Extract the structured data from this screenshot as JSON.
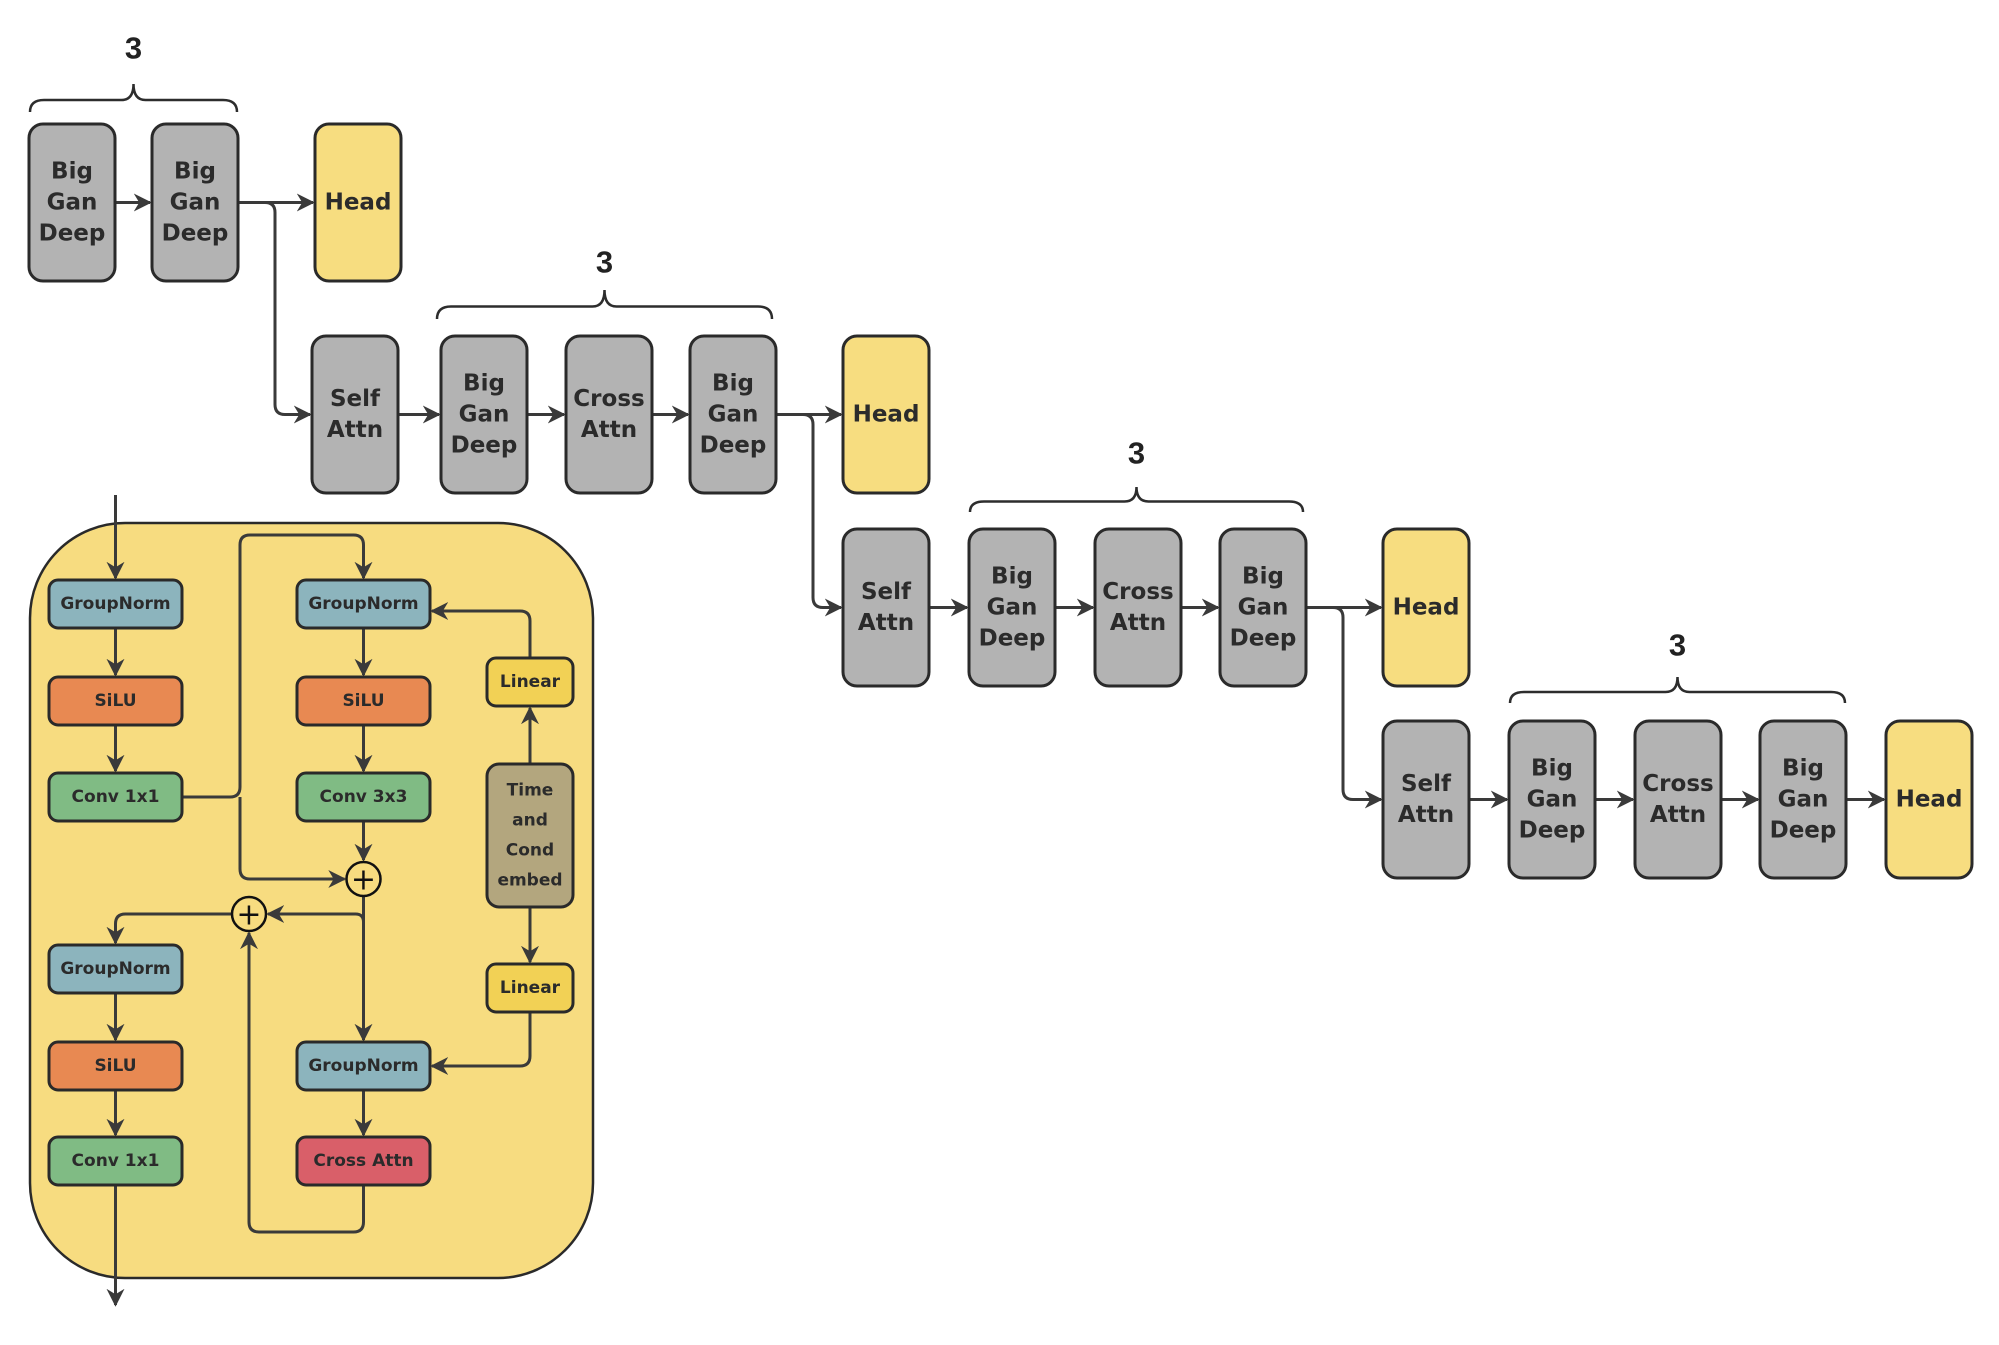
{
  "colors": {
    "stage_block": "#b3b3b3",
    "head": "#f7dd80",
    "container": "#f7dc80",
    "groupnorm": "#8cb4bd",
    "silu": "#e88952",
    "conv": "#80bb84",
    "linear": "#f2d155",
    "embed": "#b3a67e",
    "cross_attn_inner": "#d95f69",
    "line": "#3a3a3a"
  },
  "stages": [
    {
      "repeat_label": "3",
      "blocks": [
        {
          "id": "s1-bgd1",
          "type": "stage_block",
          "lines": [
            "Big",
            "Gan",
            "Deep"
          ]
        },
        {
          "id": "s1-bgd2",
          "type": "stage_block",
          "lines": [
            "Big",
            "Gan",
            "Deep"
          ]
        },
        {
          "id": "s1-head",
          "type": "head",
          "lines": [
            "Head"
          ]
        }
      ]
    },
    {
      "repeat_label": "3",
      "blocks": [
        {
          "id": "s2-self",
          "type": "stage_block",
          "lines": [
            "Self",
            "Attn"
          ]
        },
        {
          "id": "s2-bgd1",
          "type": "stage_block",
          "lines": [
            "Big",
            "Gan",
            "Deep"
          ]
        },
        {
          "id": "s2-cross",
          "type": "stage_block",
          "lines": [
            "Cross",
            "Attn"
          ]
        },
        {
          "id": "s2-bgd2",
          "type": "stage_block",
          "lines": [
            "Big",
            "Gan",
            "Deep"
          ]
        },
        {
          "id": "s2-head",
          "type": "head",
          "lines": [
            "Head"
          ]
        }
      ]
    },
    {
      "repeat_label": "3",
      "blocks": [
        {
          "id": "s3-self",
          "type": "stage_block",
          "lines": [
            "Self",
            "Attn"
          ]
        },
        {
          "id": "s3-bgd1",
          "type": "stage_block",
          "lines": [
            "Big",
            "Gan",
            "Deep"
          ]
        },
        {
          "id": "s3-cross",
          "type": "stage_block",
          "lines": [
            "Cross",
            "Attn"
          ]
        },
        {
          "id": "s3-bgd2",
          "type": "stage_block",
          "lines": [
            "Big",
            "Gan",
            "Deep"
          ]
        },
        {
          "id": "s3-head",
          "type": "head",
          "lines": [
            "Head"
          ]
        }
      ]
    },
    {
      "repeat_label": "3",
      "blocks": [
        {
          "id": "s4-self",
          "type": "stage_block",
          "lines": [
            "Self",
            "Attn"
          ]
        },
        {
          "id": "s4-bgd1",
          "type": "stage_block",
          "lines": [
            "Big",
            "Gan",
            "Deep"
          ]
        },
        {
          "id": "s4-cross",
          "type": "stage_block",
          "lines": [
            "Cross",
            "Attn"
          ]
        },
        {
          "id": "s4-bgd2",
          "type": "stage_block",
          "lines": [
            "Big",
            "Gan",
            "Deep"
          ]
        },
        {
          "id": "s4-head",
          "type": "head",
          "lines": [
            "Head"
          ]
        }
      ]
    }
  ],
  "biggan_deep_block": {
    "left_column": [
      {
        "id": "l-gn1",
        "type": "groupnorm",
        "label": "GroupNorm"
      },
      {
        "id": "l-silu1",
        "type": "silu",
        "label": "SiLU"
      },
      {
        "id": "l-conv1",
        "type": "conv",
        "label": "Conv 1x1"
      },
      {
        "id": "l-gn2",
        "type": "groupnorm",
        "label": "GroupNorm"
      },
      {
        "id": "l-silu2",
        "type": "silu",
        "label": "SiLU"
      },
      {
        "id": "l-conv2",
        "type": "conv",
        "label": "Conv 1x1"
      }
    ],
    "middle_column": [
      {
        "id": "m-gn1",
        "type": "groupnorm",
        "label": "GroupNorm"
      },
      {
        "id": "m-silu",
        "type": "silu",
        "label": "SiLU"
      },
      {
        "id": "m-conv",
        "type": "conv",
        "label": "Conv 3x3"
      },
      {
        "id": "m-gn2",
        "type": "groupnorm",
        "label": "GroupNorm"
      },
      {
        "id": "m-cross",
        "type": "cross_attn_inner",
        "label": "Cross Attn"
      }
    ],
    "right_column": [
      {
        "id": "r-lin1",
        "type": "linear",
        "label": "Linear"
      },
      {
        "id": "r-embed",
        "type": "embed",
        "lines": [
          "Time",
          "and",
          "Cond",
          "embed"
        ]
      },
      {
        "id": "r-lin2",
        "type": "linear",
        "label": "Linear"
      }
    ],
    "add_symbol": "+"
  }
}
